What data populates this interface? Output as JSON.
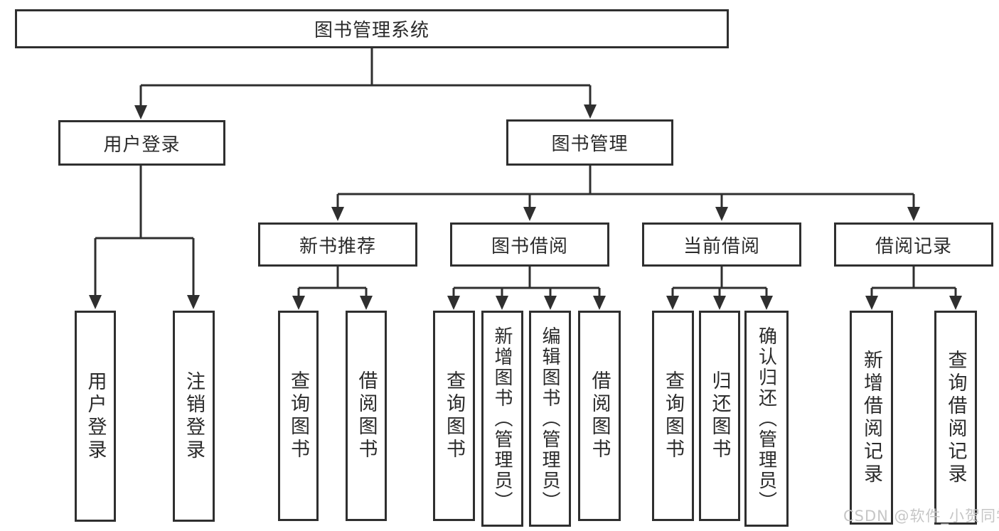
{
  "diagram": {
    "nodes": {
      "root": "图书管理系统",
      "user_login": "用户登录",
      "book_mgmt": "图书管理",
      "new_books": "新书推荐",
      "book_borrow": "图书借阅",
      "current_borrow": "当前借阅",
      "borrow_records": "借阅记录"
    },
    "leaves": [
      {
        "parent": "用户登录",
        "label": "用户登录"
      },
      {
        "parent": "用户登录",
        "label": "注销登录"
      },
      {
        "parent": "新书推荐",
        "label": "查询图书"
      },
      {
        "parent": "新书推荐",
        "label": "借阅图书"
      },
      {
        "parent": "图书借阅",
        "label": "查询图书"
      },
      {
        "parent": "图书借阅",
        "label": "新增图书（管理员）"
      },
      {
        "parent": "图书借阅",
        "label": "编辑图书（管理员）"
      },
      {
        "parent": "图书借阅",
        "label": "借阅图书"
      },
      {
        "parent": "当前借阅",
        "label": "查询图书"
      },
      {
        "parent": "当前借阅",
        "label": "归还图书"
      },
      {
        "parent": "当前借阅",
        "label": "确认归还（管理员）"
      },
      {
        "parent": "借阅记录",
        "label": "新增借阅记录"
      },
      {
        "parent": "借阅记录",
        "label": "查询借阅记录"
      }
    ],
    "watermark": "CSDN @软件_小贺同学",
    "colors": {
      "line": "#2f2f2f",
      "box_border": "#2f2f2f",
      "text": "#2b2b2b",
      "watermark": "#c6c6c6",
      "background": "#ffffff"
    }
  }
}
